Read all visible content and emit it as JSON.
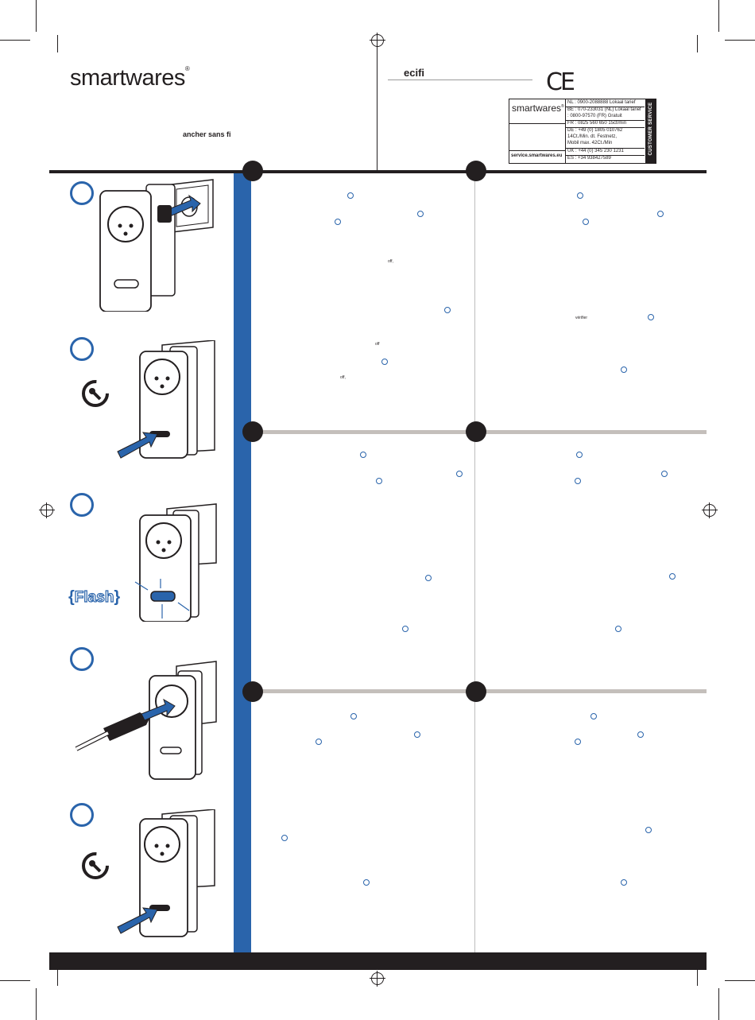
{
  "header": {
    "logo_text": "smartwares",
    "logo_mark": "®",
    "subtitle": "ancher sans fi",
    "section_title": "ecifi",
    "ce_mark": "CE"
  },
  "customer_service": {
    "brand": "smartwares",
    "brand_mark": "®",
    "url": "service.smartwares.eu",
    "side_label": "CUSTOMER SERVICE",
    "rows": [
      "NL : 0900-2088888        Lokaal tarief",
      "BE : 070-233031  (NL)  Lokaal tarief",
      "        : 0800-97570  (FR)  Gratuit",
      "FR : 0825 560 650        15ct/min",
      "DE : +49 (0) 1805 010762",
      "           14Ct./Min. dt. Festnetz,",
      "           Mobil max. 42Ct./Min",
      "UK : +44 (0) 345 230 1231",
      "ES : +34  938427589"
    ]
  },
  "illustrations": {
    "flash_label": "Flash",
    "flash_open": "{",
    "flash_close": "}"
  },
  "inline_words": {
    "off_1": "off,",
    "off_2": "off",
    "off_3": "off,",
    "verifier": "vérifier"
  },
  "colors": {
    "accent_blue": "#2a64ab",
    "ink": "#231f20",
    "band_grey": "#c4bfbb"
  }
}
